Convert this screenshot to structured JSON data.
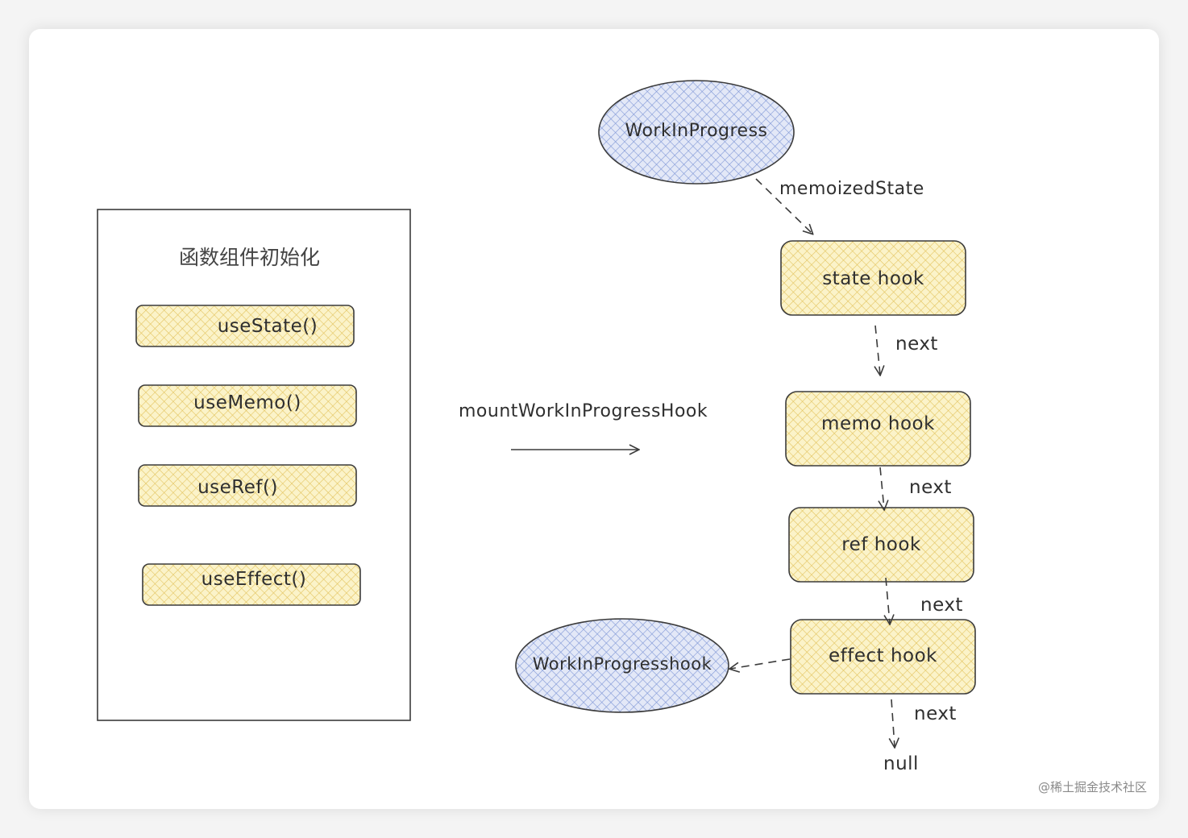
{
  "init_panel": {
    "title": "函数组件初始化",
    "calls": [
      "useState()",
      "useMemo()",
      "useRef()",
      "useEffect()"
    ]
  },
  "mount_arrow_label": "mountWorkInProgressHook",
  "work_in_progress": "WorkInProgress",
  "memoized_state_label": "memoizedState",
  "hooks": [
    "state hook",
    "memo hook",
    "ref hook",
    "effect hook"
  ],
  "next_label": "next",
  "null_label": "null",
  "work_in_progress_hook": "WorkInProgresshook",
  "watermark": "@稀土掘金技术社区",
  "colors": {
    "hook_fill": "#f7ecb0",
    "hatch_yellow": "#e8c35a",
    "ellipse_fill": "#dde3f5",
    "hatch_blue": "#7a93d6",
    "stroke": "#3b3b3b"
  }
}
